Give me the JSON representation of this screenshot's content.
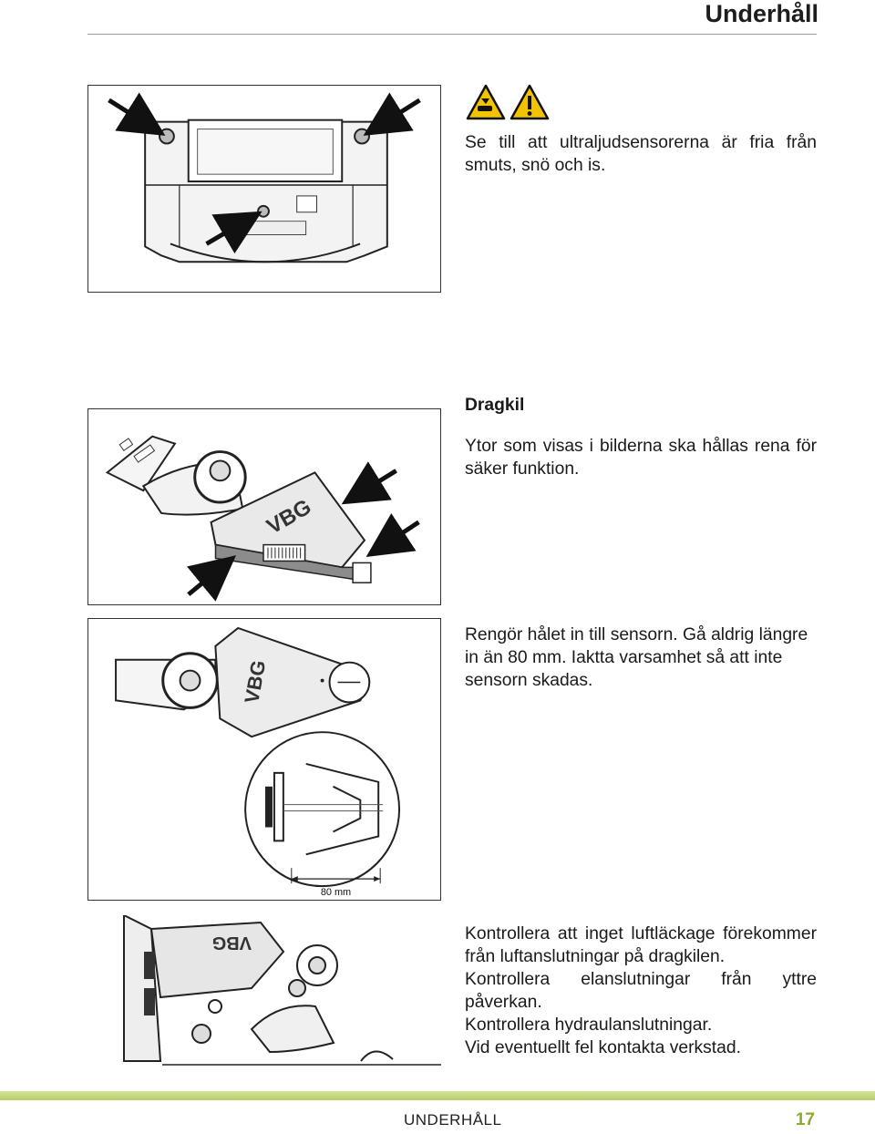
{
  "header": {
    "title": "Underhåll"
  },
  "sections": {
    "sensors": {
      "text": "Se till att ultraljudsensorerna är fria från smuts, snö och is."
    },
    "dragkil": {
      "heading": "Dragkil",
      "text": "Ytor som visas i bilderna ska hållas rena för säker funktion."
    },
    "clean_hole": {
      "text": "Rengör hålet in till sensorn. Gå aldrig längre in än 80 mm. Iaktta varsamhet så att inte sensorn skadas."
    },
    "checks": {
      "lines": [
        "Kontrollera att inget luftläckage förekommer från luftanslutningar på dragkilen.",
        "Kontrollera elanslutningar från yttre påverkan.",
        "Kontrollera hydraulanslutningar.",
        "Vid eventuellt fel kontakta verkstad."
      ]
    }
  },
  "figures": {
    "dragkil_logo": "VBG",
    "dimension_label": "80 mm"
  },
  "icons": {
    "hand_crush": "hand-crush-warning-icon",
    "exclamation": "exclamation-warning-icon"
  },
  "colors": {
    "warning_yellow": "#f2c400",
    "footer_green": "#b5cf64",
    "page_number": "#8aab2f"
  },
  "footer": {
    "section_label": "UNDERHÅLL",
    "page_number": "17"
  }
}
